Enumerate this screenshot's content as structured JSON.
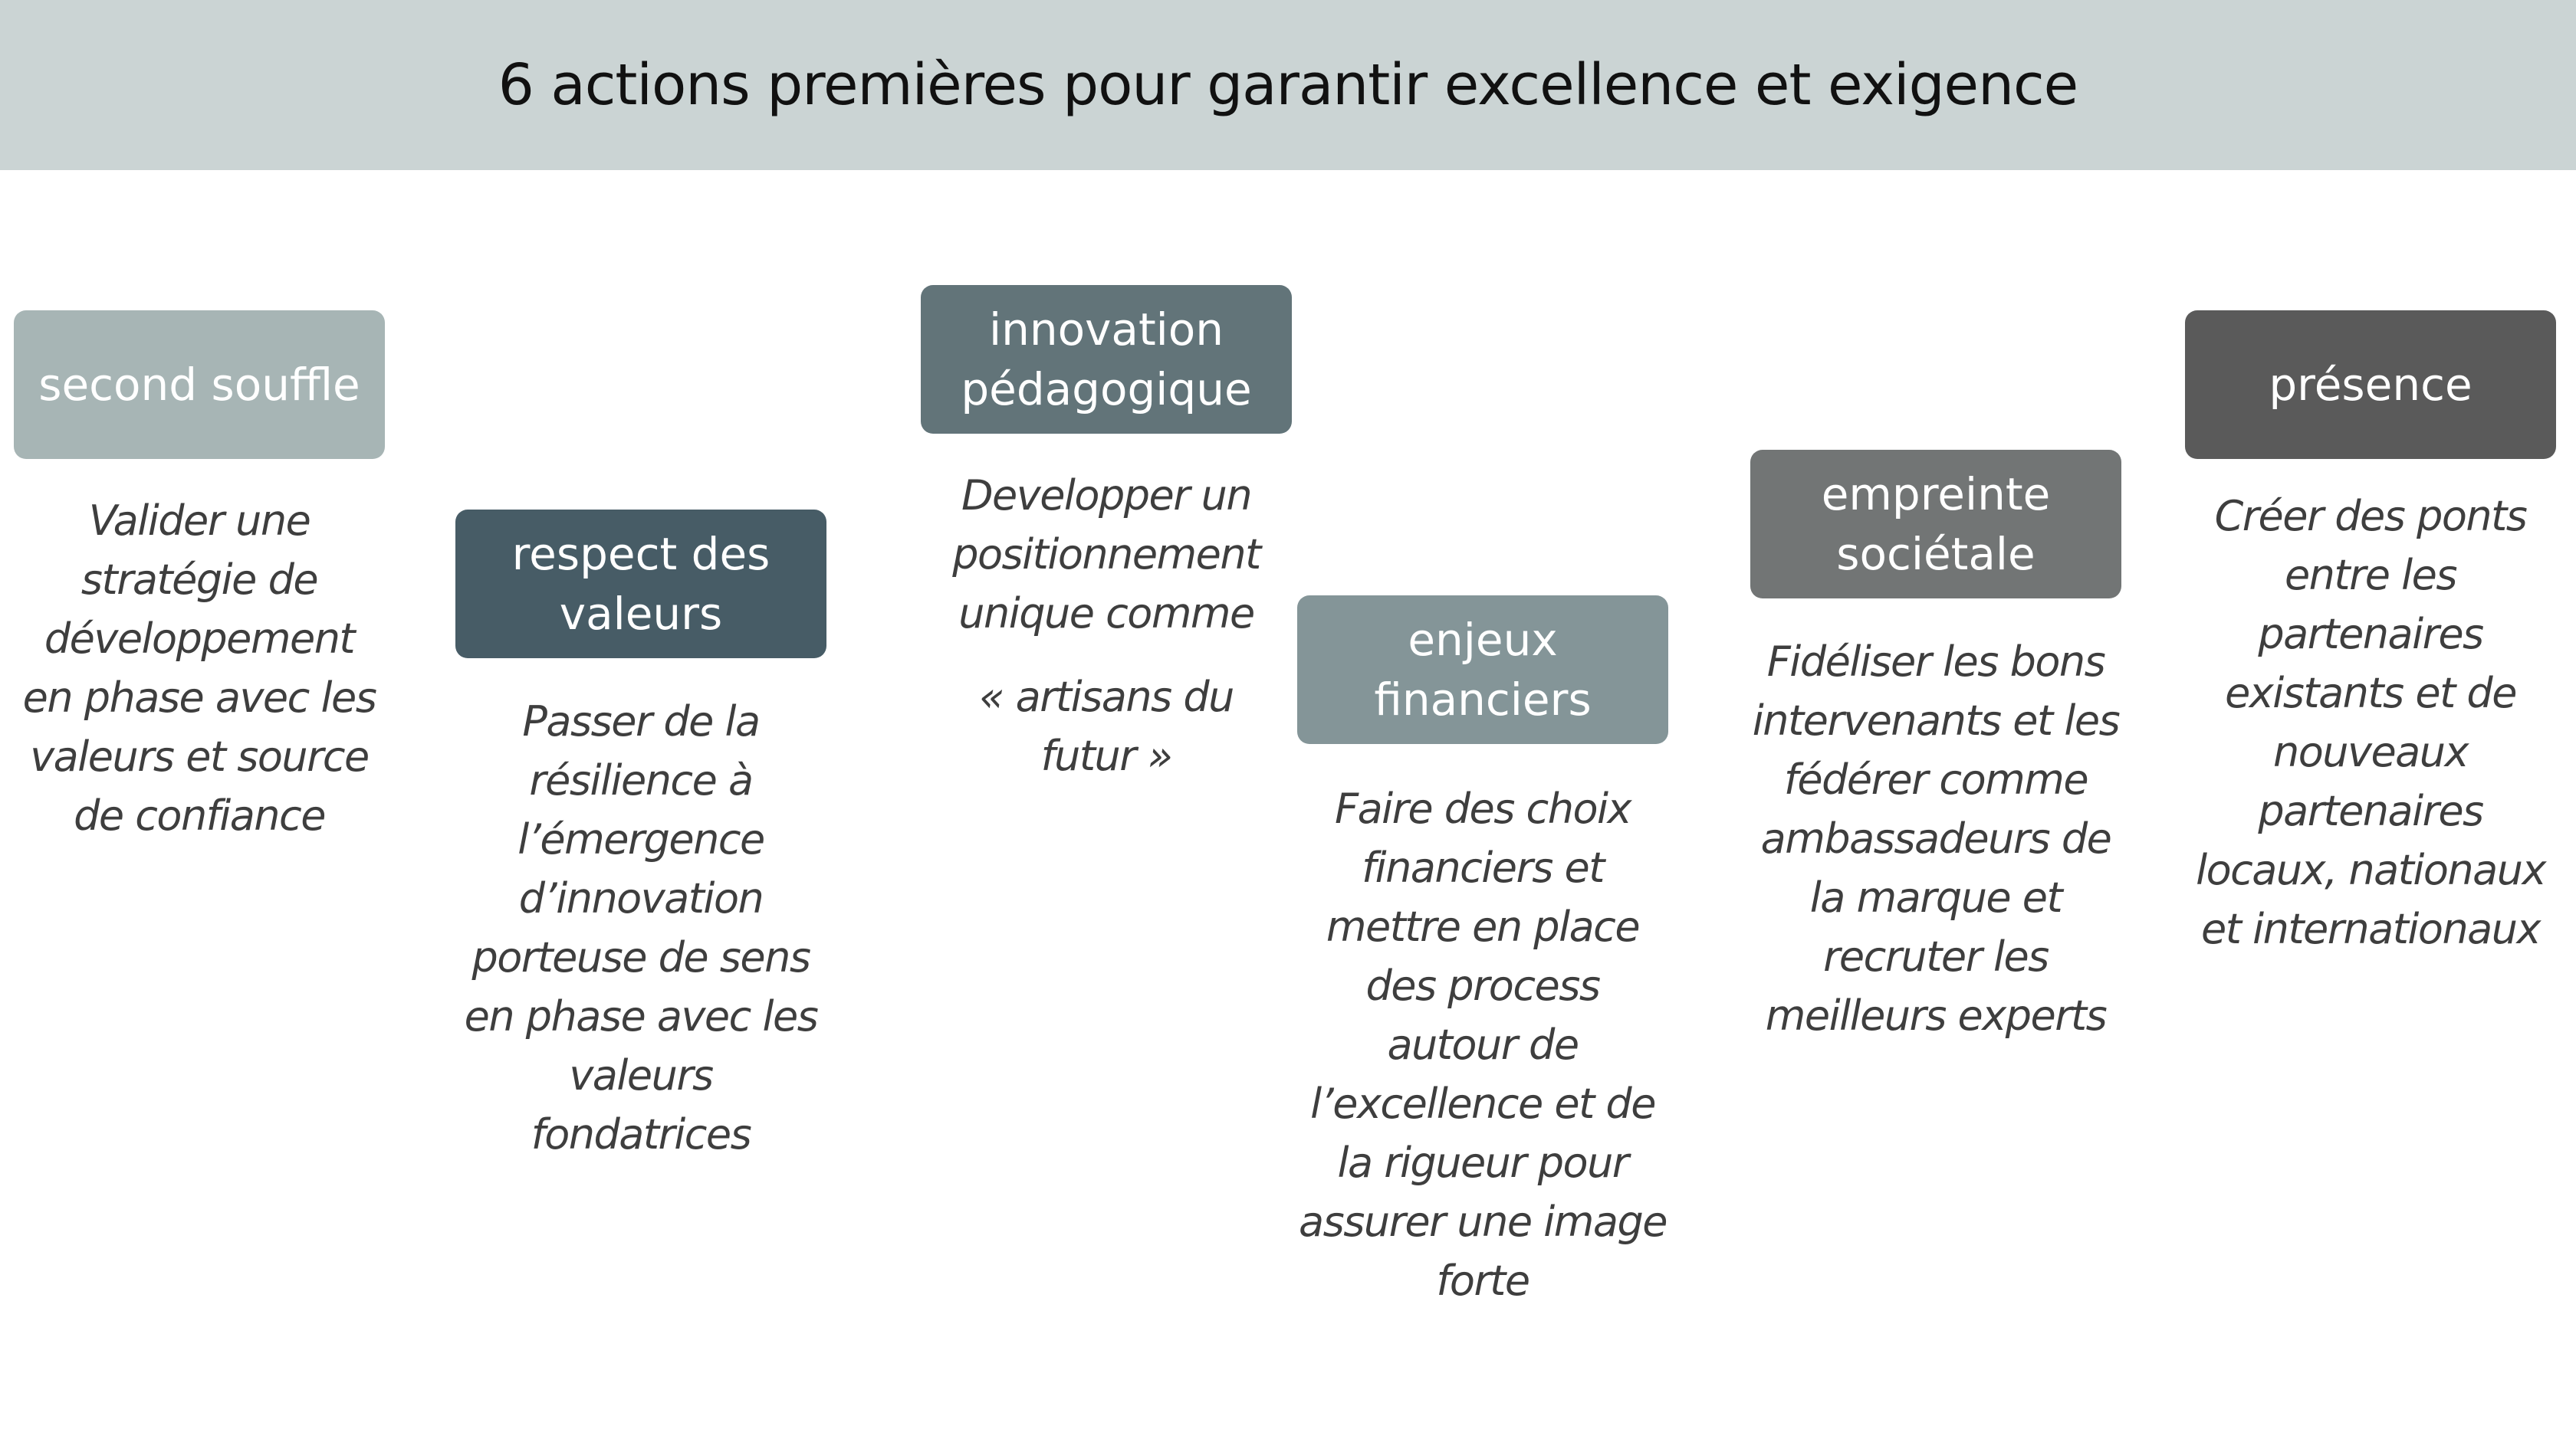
{
  "title": "6 actions premières pour garantir excellence et exigence",
  "actions": [
    {
      "label": "second souffle",
      "color": "#a7b5b5",
      "paragraphs": [
        "Valider une stratégie de développement en phase avec les valeurs et source de confiance"
      ]
    },
    {
      "label": "respect des valeurs",
      "color": "#475c66",
      "paragraphs": [
        "Passer de la résilience à l’émergence d’innovation porteuse de sens en phase avec les valeurs fondatrices"
      ]
    },
    {
      "label": "innovation pédagogique",
      "color": "#627479",
      "paragraphs": [
        "Developper un positionnement unique comme",
        "« artisans du futur »"
      ]
    },
    {
      "label": "enjeux financiers",
      "color": "#849598",
      "paragraphs": [
        "Faire des choix financiers et mettre en place des process autour de l’excellence et de la rigueur pour assurer une image forte"
      ]
    },
    {
      "label": "empreinte sociétale",
      "color": "#727575",
      "paragraphs": [
        "Fidéliser les bons intervenants et les fédérer comme ambassadeurs de la marque et recruter les meilleurs experts"
      ]
    },
    {
      "label": "présence",
      "color": "#5a5a5a",
      "paragraphs": [
        "Créer des ponts entre les partenaires existants et de nouveaux partenaires locaux, nationaux et internationaux"
      ]
    }
  ]
}
